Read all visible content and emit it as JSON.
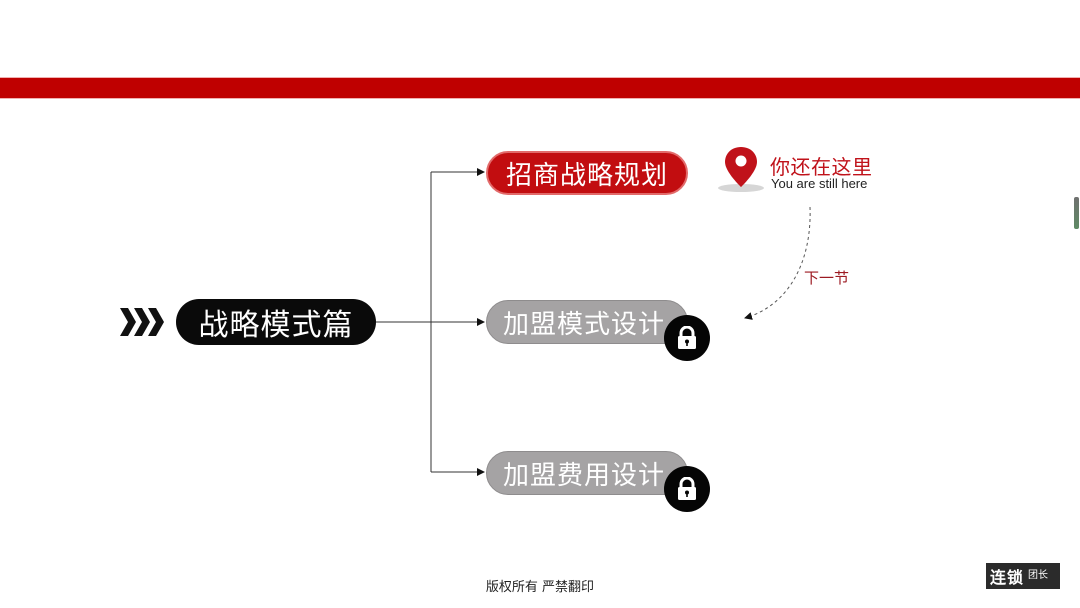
{
  "slide": {
    "section_title": "战略模式篇",
    "branches": [
      {
        "label": "招商战略规划",
        "state": "current"
      },
      {
        "label": "加盟模式设计",
        "state": "locked"
      },
      {
        "label": "加盟费用设计",
        "state": "locked"
      }
    ],
    "current_marker": {
      "title_zh": "你还在这里",
      "title_en": "You are still here",
      "icon": "map-pin-icon"
    },
    "next_label": "下一节",
    "footer": "版权所有  严禁翻印",
    "watermark": {
      "main": "连锁",
      "sub": "团长"
    }
  },
  "colors": {
    "band": "#bf0000",
    "active_pill": "#c20d10",
    "locked_pill": "#a5a3a4",
    "main_pill": "#0a0a0a",
    "accent_text": "#c0121a"
  },
  "icons": {
    "chevrons": "triple-chevron-right-icon",
    "lock": "padlock-icon",
    "pin": "map-pin-icon"
  }
}
